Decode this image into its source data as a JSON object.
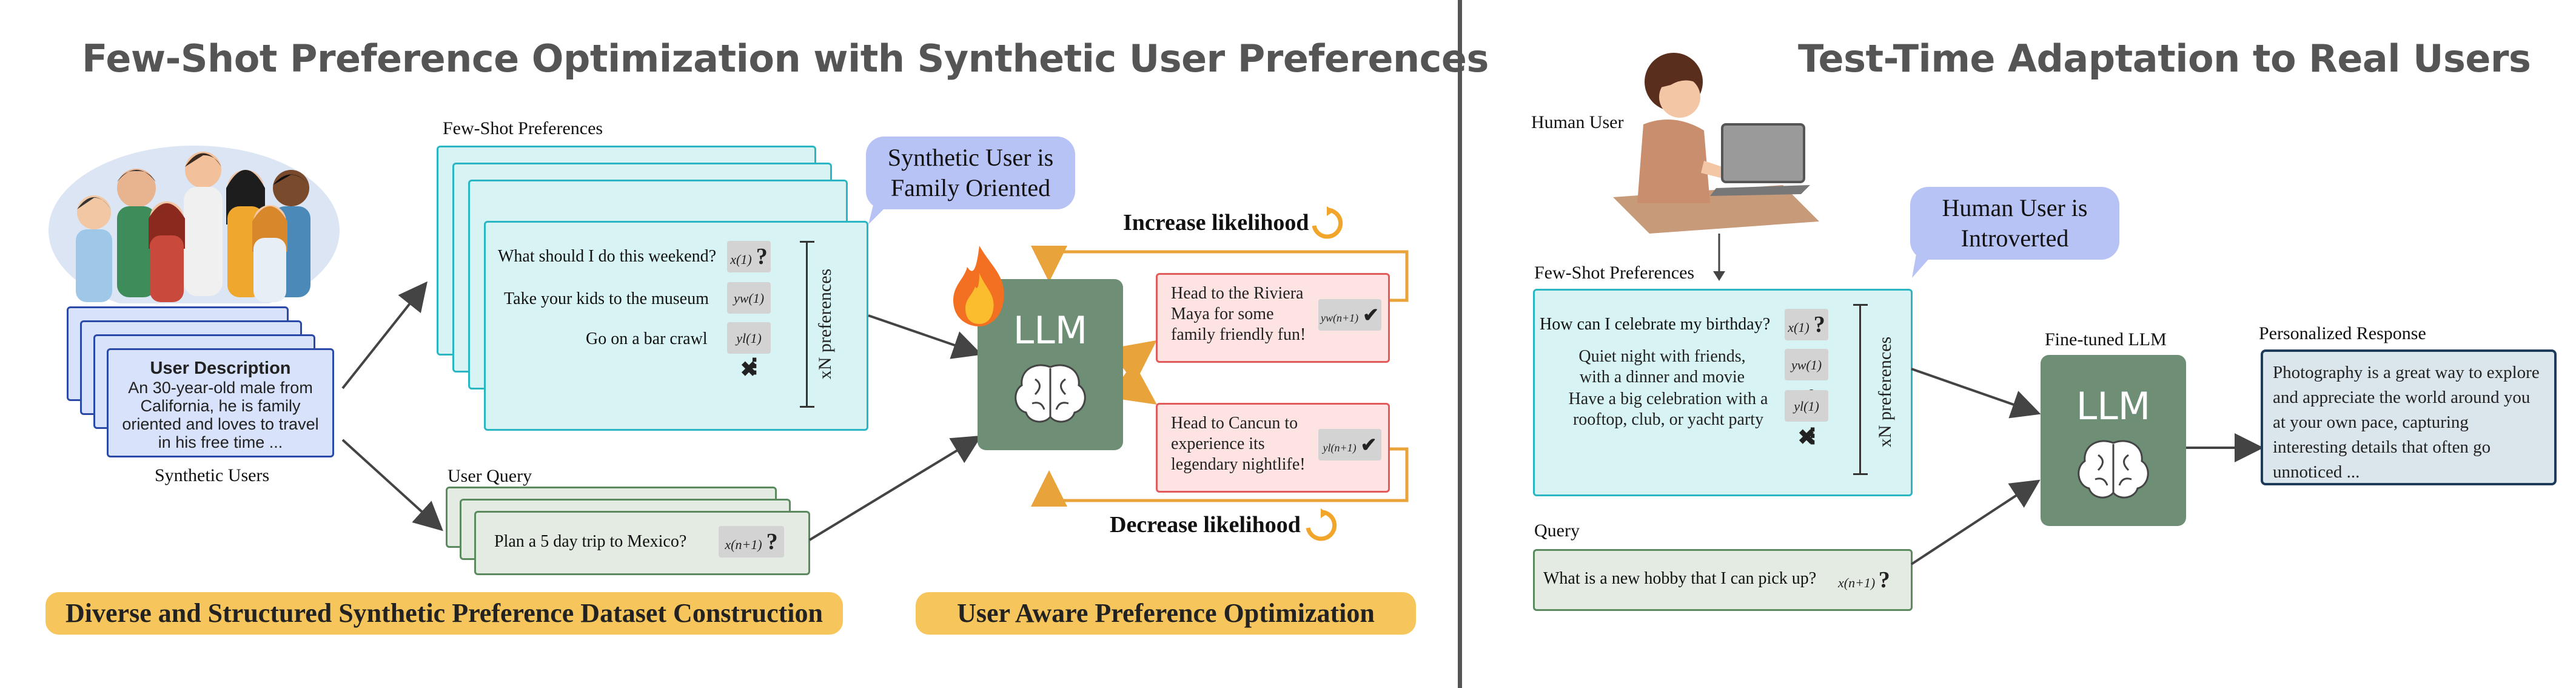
{
  "left": {
    "title": "Few-Shot Preference Optimization with Synthetic User Preferences",
    "synthetic_users_label": "Synthetic Users",
    "user_description": {
      "heading": "User Description",
      "body": "An 30-year-old male from California, he is family oriented and loves to travel in his free time ..."
    },
    "few_shot_label": "Few-Shot Preferences",
    "few_shot": {
      "question": "What should I do this weekend?",
      "chosen": "Take your kids to the museum",
      "rejected": "Go on a bar crawl",
      "x_sym": "x(1)",
      "yw_sym": "yw(1)",
      "yl_sym": "yl(1)",
      "xn_label": "xN preferences"
    },
    "user_query_label": "User Query",
    "query": {
      "text": "Plan a 5 day trip to Mexico?",
      "sym": "x(n+1)"
    },
    "bubble": "Synthetic User is Family Oriented",
    "llm": "LLM",
    "increase": "Increase likelihood",
    "decrease": "Decrease likelihood",
    "good_response": {
      "text": "Head to the Riviera Maya for some family friendly fun!",
      "sym": "yw(n+1)"
    },
    "bad_response": {
      "text": "Head to Cancun to experience its legendary nightlife!",
      "sym": "yl(n+1)"
    },
    "pill1": "Diverse and Structured Synthetic Preference Dataset Construction",
    "pill2": "User Aware Preference Optimization"
  },
  "right": {
    "title": "Test-Time Adaptation to Real Users",
    "human_user_label": "Human User",
    "bubble": "Human User is Introverted",
    "few_shot_label": "Few-Shot Preferences",
    "few_shot": {
      "question": "How can I celebrate my birthday?",
      "chosen": "Quiet night with friends, with a dinner and movie",
      "rejected": "Have a big celebration with a rooftop, club, or yacht party",
      "x_sym": "x(1)",
      "yw_sym": "yw(1)",
      "yl_sym": "yl(1)",
      "xn_label": "xN preferences"
    },
    "query_label": "Query",
    "query": {
      "text": "What is a new hobby that I can pick up?",
      "sym": "x(n+1)"
    },
    "finetuned_label": "Fine-tuned LLM",
    "llm": "LLM",
    "personalized_label": "Personalized Response",
    "response": "Photography is a great way to explore and appreciate the world around you at your own pace, capturing interesting details that often go unnoticed ..."
  },
  "colors": {
    "teal": "#2bb6c4",
    "green": "#6e8f76",
    "orange": "#f6c55c",
    "lavender": "#b7c3f5",
    "red": "#e25a5a"
  }
}
